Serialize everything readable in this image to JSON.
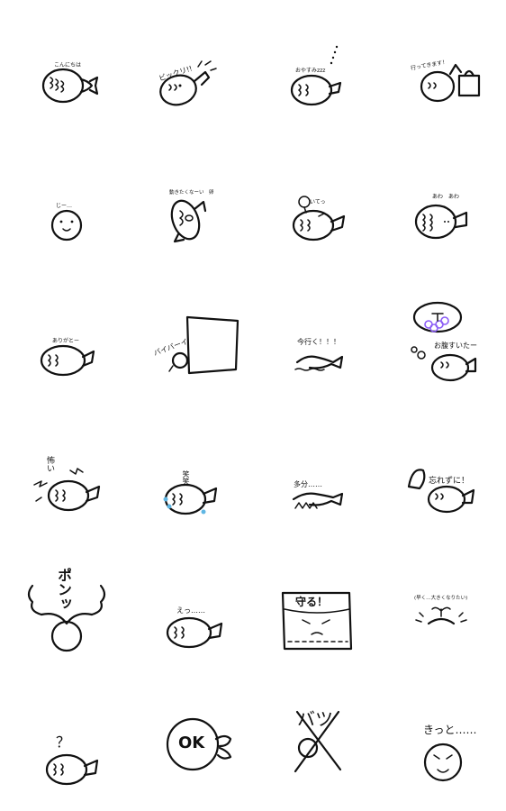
{
  "stickers": [
    {
      "id": "konnichiwa",
      "caption": "こんにちは"
    },
    {
      "id": "bikkuri",
      "caption": "ビックリ!!"
    },
    {
      "id": "oyasumi",
      "caption": "おやすみzzz"
    },
    {
      "id": "ittekimasu",
      "caption": "行ってきます！"
    },
    {
      "id": "jii",
      "caption": "じー…"
    },
    {
      "id": "ugokitakunai",
      "caption": "動きたくなーい　卵"
    },
    {
      "id": "itte",
      "caption": "いてっ"
    },
    {
      "id": "awaawa",
      "caption": "あわ　あわ"
    },
    {
      "id": "arigatou",
      "caption": "ありがとー"
    },
    {
      "id": "baibai",
      "caption": "バイバーイ"
    },
    {
      "id": "imaiku",
      "caption": "今行く！！！"
    },
    {
      "id": "onakasuita",
      "caption": "お腹すいたー"
    },
    {
      "id": "kowai",
      "caption": "怖い"
    },
    {
      "id": "warawara",
      "caption": "笑笑"
    },
    {
      "id": "tabun",
      "caption": "多分……"
    },
    {
      "id": "wasurezuni",
      "caption": "忘れずに！"
    },
    {
      "id": "pontsu",
      "caption": "ポンッ"
    },
    {
      "id": "e",
      "caption": "えっ……"
    },
    {
      "id": "mamoru",
      "caption": "守る！"
    },
    {
      "id": "hayaku",
      "caption": "(早く…大きくなりたい)"
    },
    {
      "id": "hatena",
      "caption": "？"
    },
    {
      "id": "ok",
      "caption": "OK"
    },
    {
      "id": "batsu",
      "caption": "バツ"
    },
    {
      "id": "kitto",
      "caption": "きっと……"
    }
  ]
}
